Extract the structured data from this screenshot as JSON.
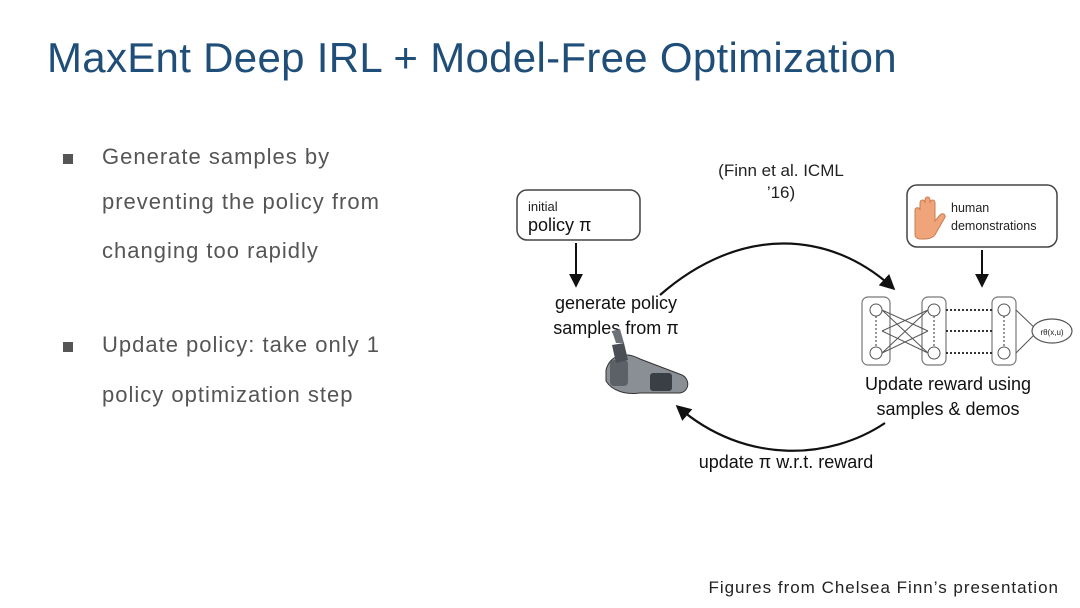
{
  "slide": {
    "title": "MaxEnt Deep IRL + Model-Free Optimization",
    "bullets": [
      {
        "lines": [
          "Generate samples by",
          "preventing the policy from",
          "changing too rapidly"
        ]
      },
      {
        "lines": [
          "Update policy: take only 1",
          "policy optimization step"
        ]
      }
    ],
    "credit": "Figures from Chelsea Finn’s presentation"
  },
  "figure": {
    "citation_line1": "(Finn et al. ICML",
    "citation_line2": "’16)",
    "initial_box_small": "initial",
    "initial_box_main": "policy π",
    "human_line1": "human",
    "human_line2": "demonstrations",
    "generate_line1": "generate policy",
    "generate_line2": "samples from π",
    "update_reward_line1": "Update reward using",
    "update_reward_line2": "samples & demos",
    "update_policy": "update π w.r.t. reward",
    "reward_output": "rθ(x,u)",
    "icons": [
      "robot-arm-icon",
      "hand-icon"
    ]
  }
}
